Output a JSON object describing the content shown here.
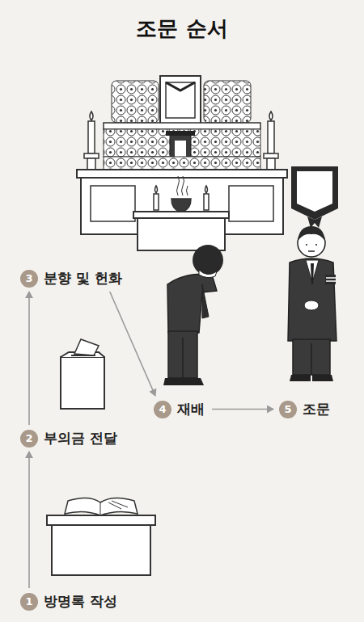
{
  "diagram": {
    "title": "조문 순서",
    "nodes": [
      {
        "text": [
          "1",
          "방명록 작성"
        ]
      },
      {
        "text": [
          "2",
          "부의금 전달"
        ]
      },
      {
        "text": [
          "3",
          "분향 및 헌화"
        ]
      },
      {
        "text": [
          "4",
          "재배"
        ]
      },
      {
        "text": [
          "5",
          "조문"
        ]
      }
    ],
    "edges": [
      {
        "from": 0,
        "to": 1,
        "arrow": "to"
      },
      {
        "from": 1,
        "to": 2,
        "arrow": "to"
      },
      {
        "from": 2,
        "to": 3,
        "arrow": "to"
      },
      {
        "from": 3,
        "to": 4,
        "arrow": "to"
      }
    ]
  }
}
